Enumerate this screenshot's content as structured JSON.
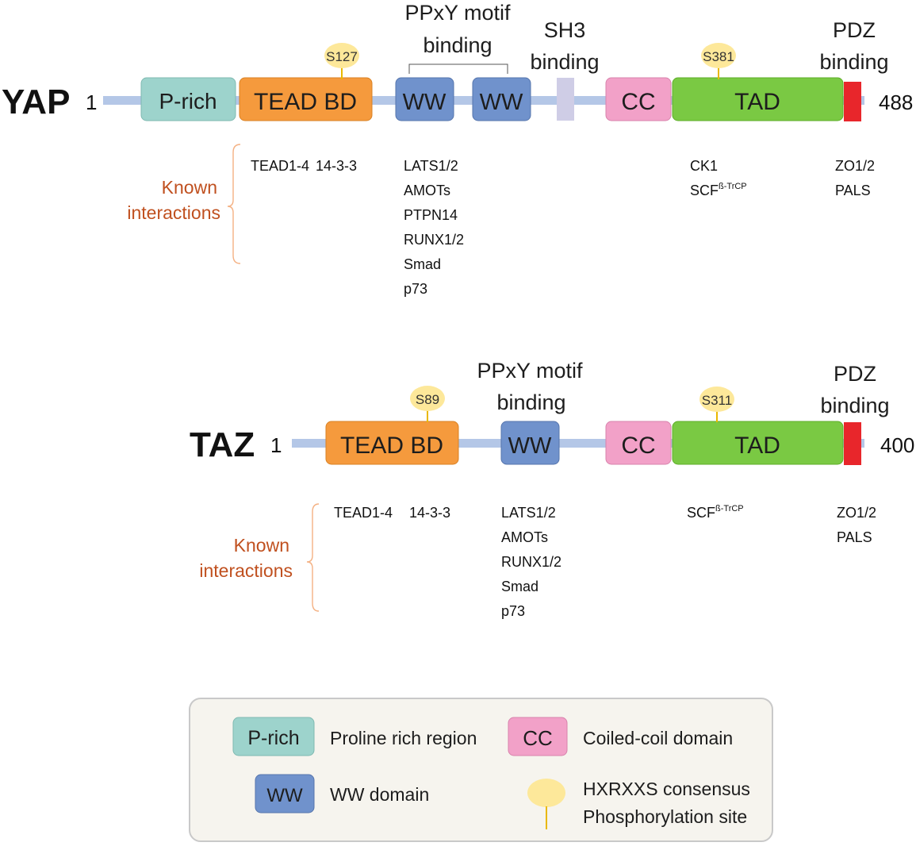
{
  "yap": {
    "name": "YAP",
    "start": "1",
    "end": "488",
    "domains": {
      "prich": "P-rich",
      "teadbd": "TEAD BD",
      "ww1": "WW",
      "ww2": "WW",
      "cc": "CC",
      "tad": "TAD"
    },
    "sites": {
      "s1": "S127",
      "s2": "S381"
    },
    "headers": {
      "ppxy": [
        "PPxY motif",
        "binding"
      ],
      "sh3": [
        "SH3",
        "binding"
      ],
      "pdz": [
        "PDZ",
        "binding"
      ]
    },
    "known": [
      "Known",
      "interactions"
    ],
    "interactions": {
      "tead": [
        "TEAD1-4"
      ],
      "p1433": [
        "14-3-3"
      ],
      "ww": [
        "LATS1/2",
        "AMOTs",
        "PTPN14",
        "RUNX1/2",
        "Smad",
        "p73"
      ],
      "tad_ck1": "CK1",
      "tad_scf": "SCF",
      "tad_scf_sup": "ß-TrCP",
      "pdz": [
        "ZO1/2",
        "PALS"
      ]
    }
  },
  "taz": {
    "name": "TAZ",
    "start": "1",
    "end": "400",
    "domains": {
      "teadbd": "TEAD BD",
      "ww": "WW",
      "cc": "CC",
      "tad": "TAD"
    },
    "sites": {
      "s1": "S89",
      "s2": "S311"
    },
    "headers": {
      "ppxy": [
        "PPxY motif",
        "binding"
      ],
      "pdz": [
        "PDZ",
        "binding"
      ]
    },
    "known": [
      "Known",
      "interactions"
    ],
    "interactions": {
      "tead": [
        "TEAD1-4"
      ],
      "p1433": [
        "14-3-3"
      ],
      "ww": [
        "LATS1/2",
        "AMOTs",
        "RUNX1/2",
        "Smad",
        "p73"
      ],
      "tad_scf": "SCF",
      "tad_scf_sup": "ß-TrCP",
      "pdz": [
        "ZO1/2",
        "PALS"
      ]
    }
  },
  "legend": {
    "prich_box": "P-rich",
    "prich_desc": "Proline rich region",
    "cc_box": "CC",
    "cc_desc": "Coiled-coil domain",
    "ww_box": "WW",
    "ww_desc": "WW domain",
    "phos_desc": [
      "HXRXXS consensus",
      "Phosphorylation site"
    ]
  },
  "colors": {
    "backbone": "#b4c7e7",
    "prich": "#9dd3cc",
    "teadbd": "#f59a3d",
    "ww": "#7092cc",
    "sh3": "#cfcde6",
    "cc": "#f2a1c8",
    "tad": "#7ac943",
    "pdz": "#e8262b",
    "site": "#fde89a",
    "site_stem": "#e9b800",
    "known": "#c0501f",
    "brace": "#f4b183",
    "legend_bg": "#f6f4ee"
  }
}
